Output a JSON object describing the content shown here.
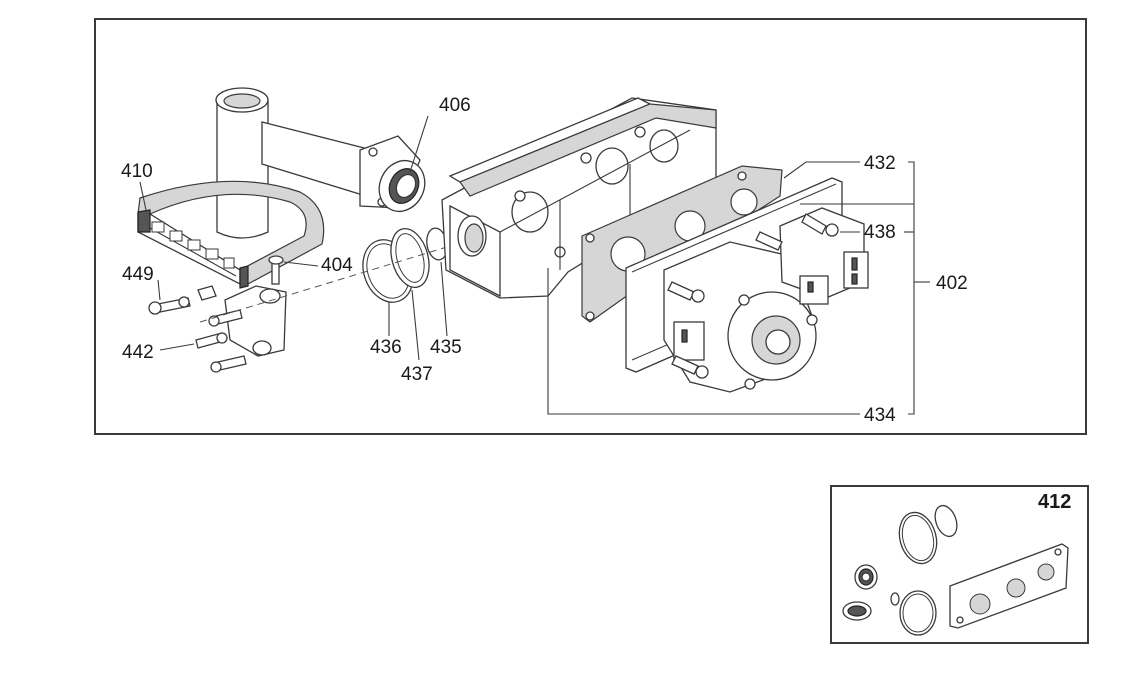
{
  "labels": {
    "p402": "402",
    "p404": "404",
    "p406": "406",
    "p410": "410",
    "p432": "432",
    "p434": "434",
    "p435": "435",
    "p436": "436",
    "p437": "437",
    "p438": "438",
    "p442": "442",
    "p449": "449"
  },
  "kit": {
    "label": "412"
  }
}
